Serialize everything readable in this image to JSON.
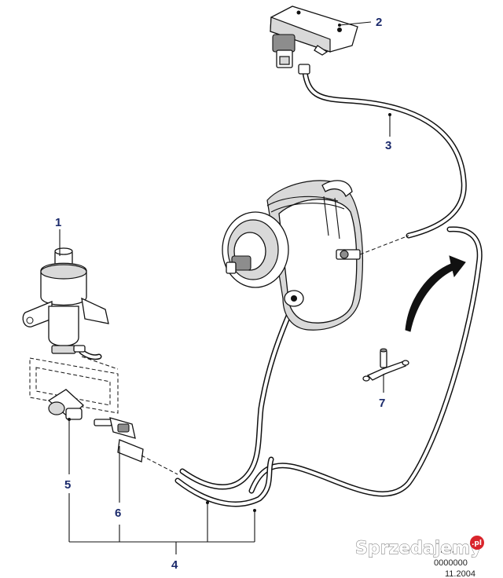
{
  "diagram": {
    "callouts": [
      {
        "id": "1",
        "label": "1"
      },
      {
        "id": "2",
        "label": "2"
      },
      {
        "id": "3",
        "label": "3"
      },
      {
        "id": "4",
        "label": "4"
      },
      {
        "id": "5",
        "label": "5"
      },
      {
        "id": "6",
        "label": "6"
      },
      {
        "id": "7",
        "label": "7"
      }
    ],
    "reference_codes": [
      "·······",
      "0000000",
      "11.2004"
    ]
  },
  "watermark": {
    "text": "Sprzedajemy",
    "badge": ".pl"
  },
  "colors": {
    "line": "#111111",
    "callout": "#1b2a6b",
    "watermark_badge": "#d9242b"
  }
}
